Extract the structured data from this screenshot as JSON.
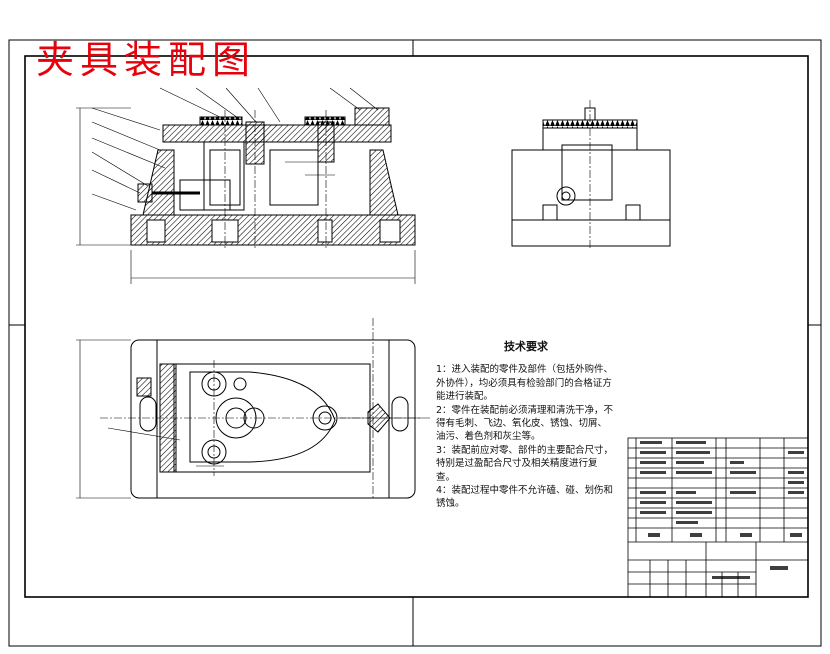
{
  "drawing": {
    "title": "夹具装配图",
    "tech_heading": "技术要求",
    "tech_items": [
      "1：进入装配的零件及部件（包括外购件、外协件），均必须具有检验部门的合格证方能进行装配。",
      "2：零件在装配前必须清理和清洗干净，不得有毛刺、飞边、氧化皮、锈蚀、切屑、油污、着色剂和灰尘等。",
      "3：装配前应对零、部件的主要配合尺寸，特别是过盈配合尺寸及相关精度进行复查。",
      "4：装配过程中零件不允许磕、碰、划伤和锈蚀。"
    ],
    "colors": {
      "title": "#e8000a",
      "line": "#000000",
      "hatch": "#000000"
    }
  }
}
